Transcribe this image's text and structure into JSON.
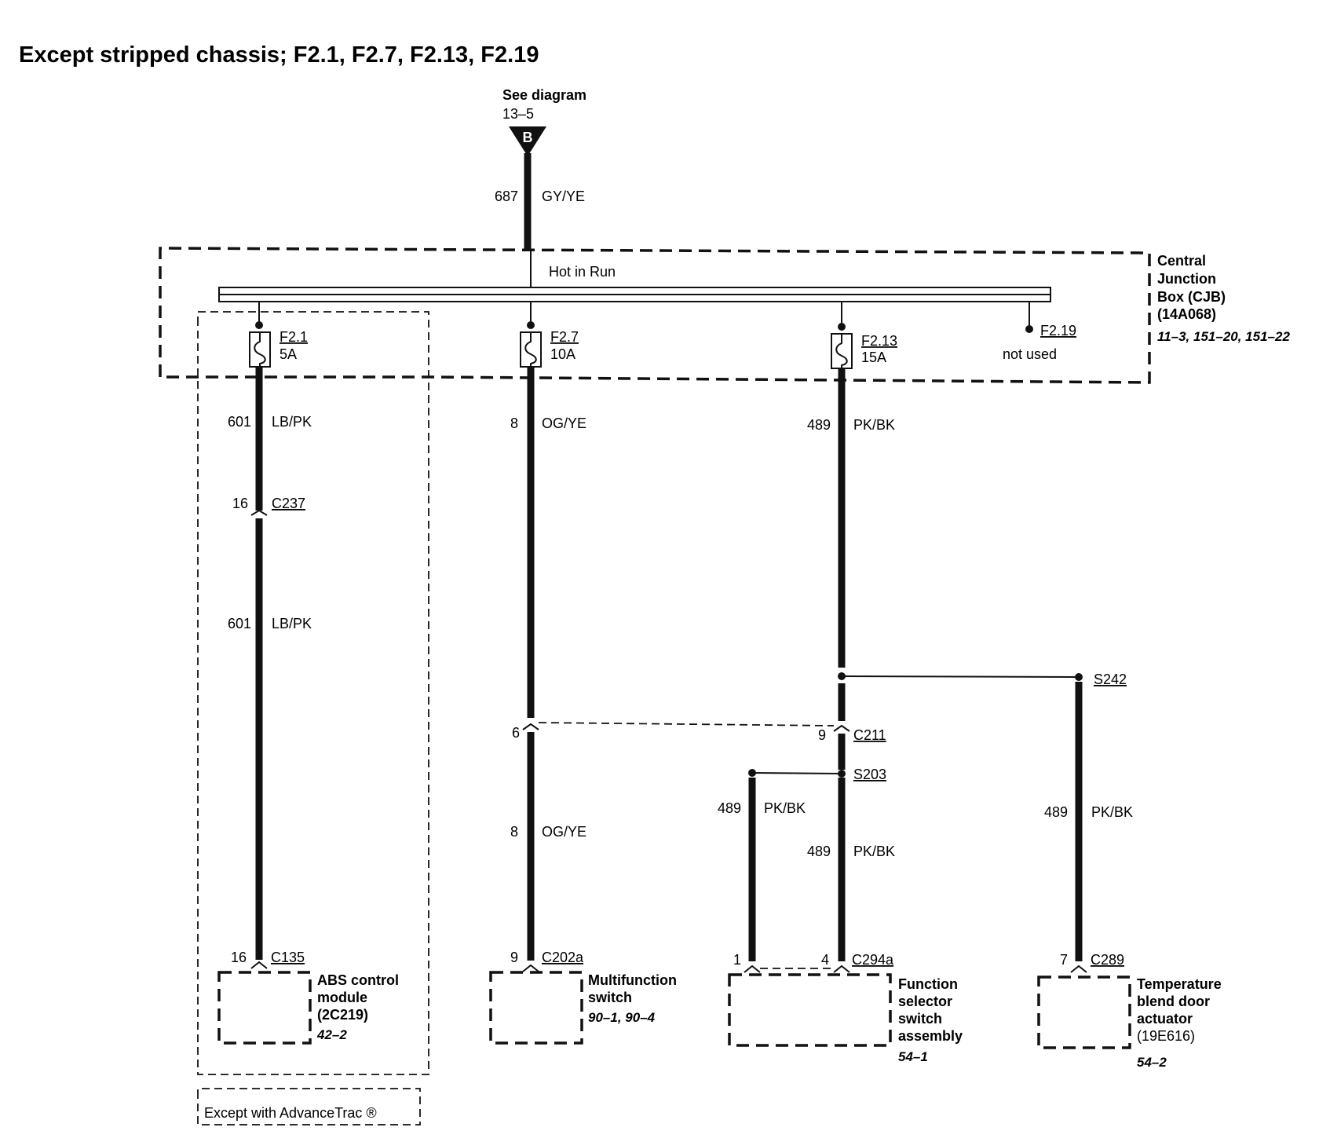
{
  "title": "Except stripped chassis; F2.1, F2.7, F2.13, F2.19",
  "source": {
    "text": "See diagram",
    "ref": "13–5",
    "connector": "B"
  },
  "feed_wire": {
    "circuit": "687",
    "color": "GY/YE"
  },
  "cjb": {
    "bus_label": "Hot in Run",
    "name_lines": [
      "Central",
      "Junction",
      "Box (CJB)",
      "(14A068)"
    ],
    "refs": "11–3, 151–20, 151–22"
  },
  "fuses": [
    {
      "id": "F2.1",
      "rating": "5A"
    },
    {
      "id": "F2.7",
      "rating": "10A"
    },
    {
      "id": "F2.13",
      "rating": "15A"
    },
    {
      "id": "F2.19",
      "note": "not used"
    }
  ],
  "wires": {
    "w601a": {
      "circuit": "601",
      "color": "LB/PK"
    },
    "w601b": {
      "circuit": "601",
      "color": "LB/PK"
    },
    "w8a": {
      "circuit": "8",
      "color": "OG/YE"
    },
    "w8b": {
      "circuit": "8",
      "color": "OG/YE"
    },
    "w489a": {
      "circuit": "489",
      "color": "PK/BK"
    },
    "w489b": {
      "circuit": "489",
      "color": "PK/BK"
    },
    "w489c": {
      "circuit": "489",
      "color": "PK/BK"
    },
    "w489d": {
      "circuit": "489",
      "color": "PK/BK"
    }
  },
  "connectors": {
    "c237": {
      "name": "C237",
      "pin": "16"
    },
    "c211": {
      "name": "C211",
      "pin_left": "6",
      "pin_right": "9"
    },
    "c135": {
      "name": "C135",
      "pin": "16"
    },
    "c202a": {
      "name": "C202a",
      "pin": "9"
    },
    "c294a": {
      "name": "C294a",
      "pin_left": "1",
      "pin_right": "4"
    },
    "c289": {
      "name": "C289",
      "pin": "7"
    }
  },
  "splices": {
    "s242": "S242",
    "s203": "S203"
  },
  "components": {
    "abs": {
      "lines": [
        "ABS control",
        "module",
        "(2C219)"
      ],
      "ref": "42–2"
    },
    "mfs": {
      "lines": [
        "Multifunction",
        "switch"
      ],
      "ref": "90–1, 90–4"
    },
    "fss": {
      "lines": [
        "Function",
        "selector",
        "switch",
        "assembly"
      ],
      "ref": "54–1"
    },
    "tbd": {
      "lines": [
        "Temperature",
        "blend door",
        "actuator",
        "(19E616)"
      ],
      "ref": "54–2"
    }
  },
  "option_label": "Except with AdvanceTrac ®"
}
